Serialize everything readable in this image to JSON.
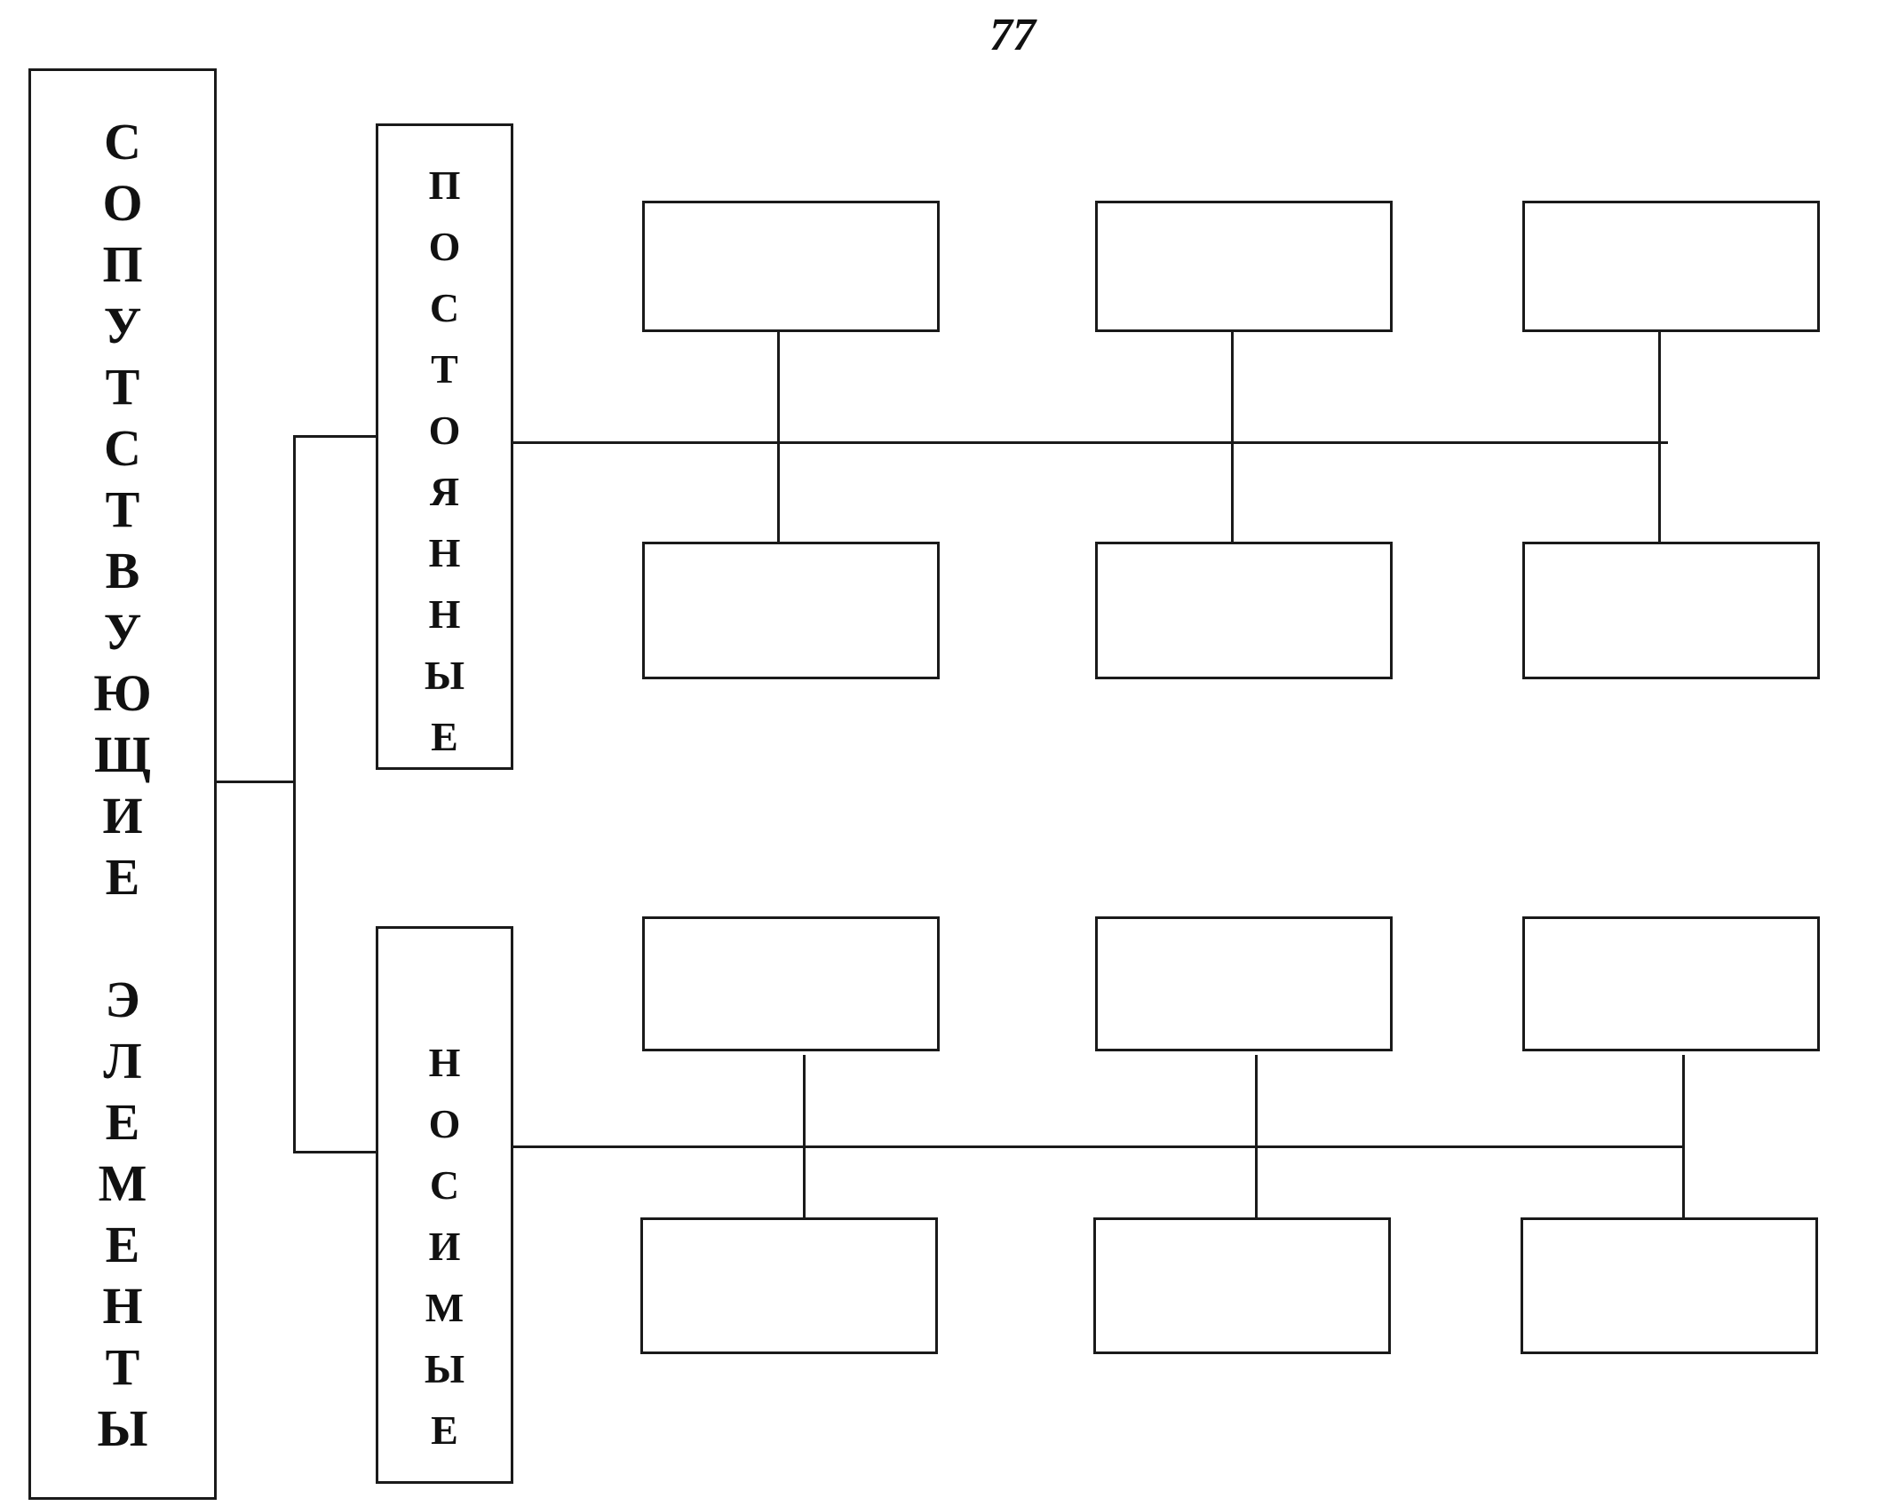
{
  "page": {
    "number": "77"
  },
  "root": {
    "label": "СОПУТСТВУЮЩИЕ ЭЛЕМЕНТЫ",
    "letters": [
      "С",
      "О",
      "П",
      "У",
      "Т",
      "С",
      "Т",
      "В",
      "У",
      "Ю",
      "Щ",
      "И",
      "Е",
      " ",
      "Э",
      "Л",
      "Е",
      "М",
      "Е",
      "Н",
      "Т",
      "Ы"
    ]
  },
  "branches": [
    {
      "label": "ПОСТОЯННЫЕ",
      "letters": [
        "П",
        "О",
        "С",
        "Т",
        "О",
        "Я",
        "Н",
        "Н",
        "Ы",
        "Е"
      ]
    },
    {
      "label": "НОСИМЫЕ",
      "letters": [
        "Н",
        "О",
        "С",
        "И",
        "М",
        "Ы",
        "Е"
      ]
    }
  ]
}
